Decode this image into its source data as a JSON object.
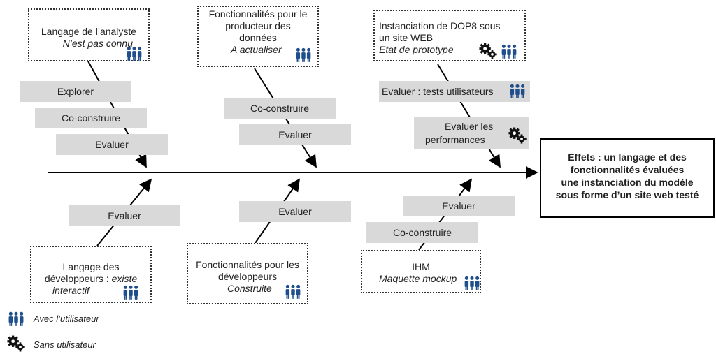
{
  "boxes": {
    "analyst": {
      "l1": "Langage de l’analyste",
      "l2": "N’est pas connu"
    },
    "producer": {
      "l1": "Fonctionnalités pour le",
      "l2": "producteur des",
      "l3": "données",
      "l4": "A actualiser"
    },
    "dop8": {
      "l1": "Instanciation de DOP8 sous",
      "l2": "un site WEB",
      "l3": "Etat de prototype"
    },
    "dev_lang": {
      "l1": "Langage des",
      "l2": "développeurs : ",
      "l2i": "existe",
      "l3": "interactif"
    },
    "dev_func": {
      "l1": "Fonctionnalités pour les",
      "l2": "développeurs",
      "l3": "Construite"
    },
    "ihm": {
      "l1": "IHM",
      "l2": "Maquette mockup"
    }
  },
  "tags": {
    "explorer": "Explorer",
    "co1": "Co-construire",
    "eval1": "Evaluer",
    "co2": "Co-construire",
    "eval2": "Evaluer",
    "tests": "Evaluer : tests utilisateurs",
    "perf1": "Evaluer les",
    "perf2": "performances",
    "eval_b1": "Evaluer",
    "eval_b2": "Evaluer",
    "eval_b3": "Evaluer",
    "co_b3": "Co-construire"
  },
  "effect": {
    "l1": "Effets : un langage et des",
    "l2": "fonctionnalités évaluées",
    "l3": "une instanciation du modèle",
    "l4": "sous forme d’un site web testé"
  },
  "legend": {
    "with_user": "Avec  l’utilisateur",
    "without_user": "Sans utilisateur"
  },
  "icons": {
    "users_color": "#1f4e8c",
    "gears_color": "#111111"
  }
}
